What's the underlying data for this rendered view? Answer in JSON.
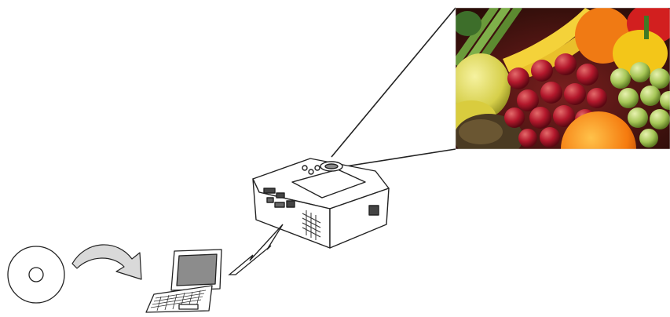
{
  "diagram": {
    "nodes": [
      {
        "id": "cd",
        "icon": "cd-disc-icon"
      },
      {
        "id": "transfer-arrow",
        "icon": "curved-arrow-icon"
      },
      {
        "id": "laptop",
        "icon": "laptop-icon"
      },
      {
        "id": "wireless-link",
        "icon": "lightning-bolt-icon"
      },
      {
        "id": "projector",
        "icon": "projector-icon"
      },
      {
        "id": "projected-image",
        "icon": "fruit-photo-image"
      }
    ],
    "colors": {
      "outline": "#222222",
      "arrow_fill": "#d9d9d9",
      "laptop_screen": "#8c8c8c",
      "projector_body": "#ffffff"
    }
  }
}
